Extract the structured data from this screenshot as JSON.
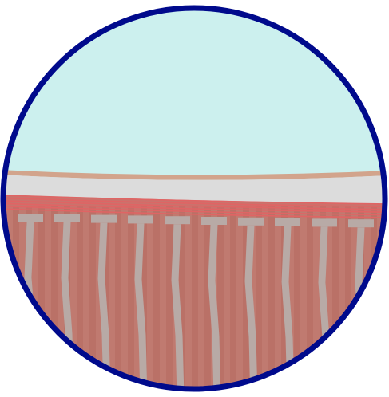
{
  "diagram": {
    "layers": [
      {
        "id": "sky",
        "color": "#ccf0ee"
      },
      {
        "id": "surface-line",
        "color": "#d2a48c"
      },
      {
        "id": "grey-band",
        "color": "#dcdcdc"
      },
      {
        "id": "red-stripes",
        "color": "#e06464"
      },
      {
        "id": "muscle-base",
        "color": "#c07a70"
      },
      {
        "id": "muscle-stripe-dark",
        "color": "#b56a60"
      },
      {
        "id": "t-pillars",
        "color": "#b8aaa6"
      }
    ],
    "border_color": "#000a8c",
    "pillar_count": 10
  }
}
